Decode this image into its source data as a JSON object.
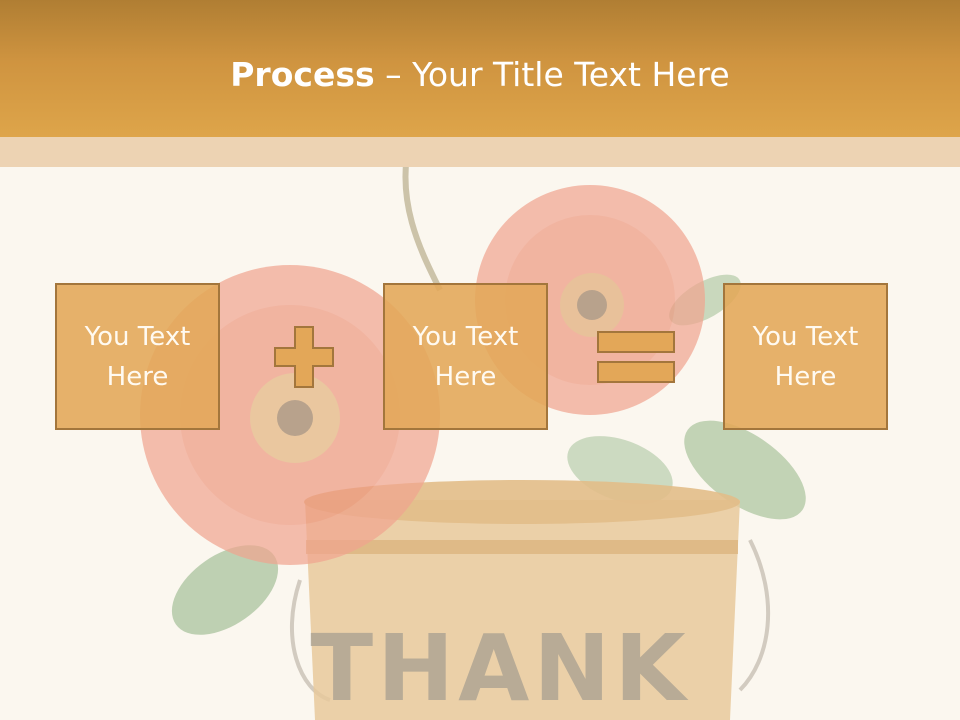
{
  "slide": {
    "title_bold": "Process",
    "title_rest": " – Your Title Text Here",
    "boxes": [
      {
        "label": "You Text Here"
      },
      {
        "label": "You Text Here"
      },
      {
        "label": "You Text Here"
      }
    ],
    "operators": [
      "plus-icon",
      "equals-icon"
    ],
    "background": {
      "photo_text": "THANK",
      "description_icon": "flower-bucket-photo"
    }
  },
  "colors": {
    "header": "#cf9440",
    "header_strip": "#edd3b3",
    "box_fill": "#e3a758",
    "box_border": "#a3763c",
    "title_text": "#ffffff"
  }
}
